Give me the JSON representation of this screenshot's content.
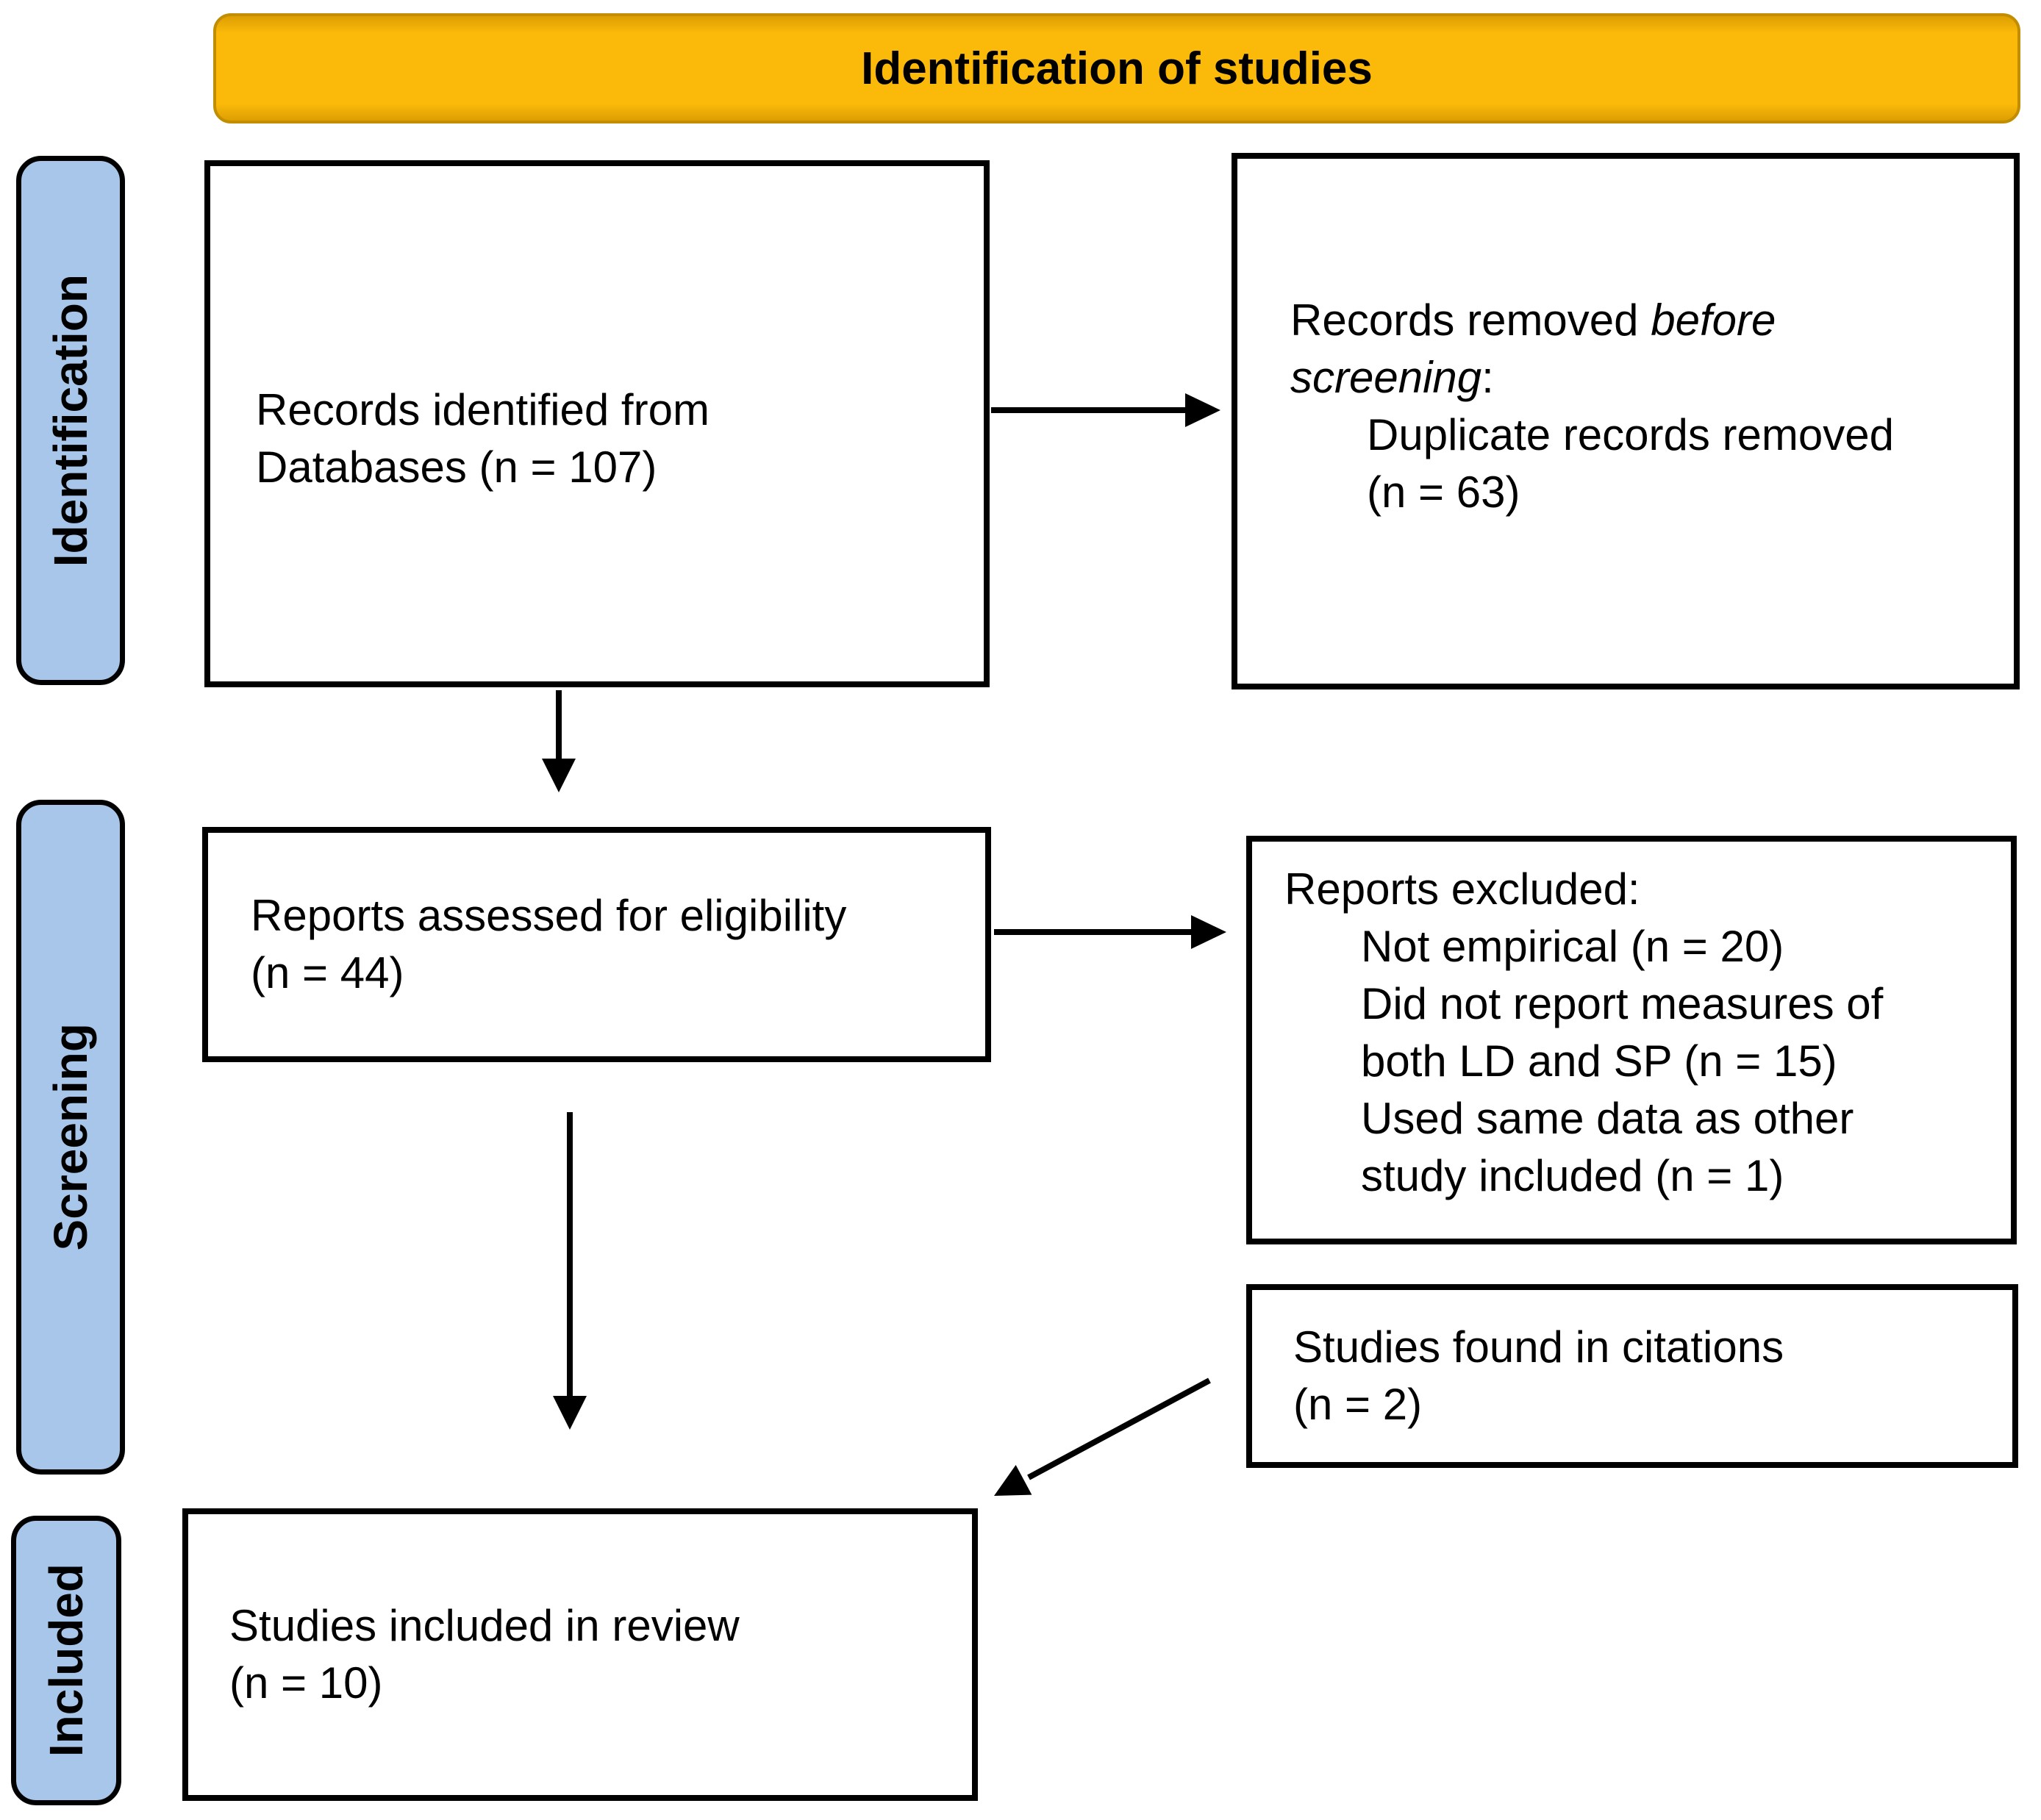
{
  "banner": {
    "title": "Identification of studies"
  },
  "sidebar": {
    "stages": [
      {
        "label": "Identification"
      },
      {
        "label": "Screening"
      },
      {
        "label": "Included"
      }
    ]
  },
  "boxes": {
    "identified": {
      "lines": [
        "Records identified from",
        "Databases (n = 107)"
      ],
      "n": 107
    },
    "removed": {
      "line1_normal": "Records removed ",
      "line1_italic": "before",
      "line2_italic": "screening",
      "line2_normal": ":",
      "item_lines": [
        "Duplicate records removed",
        "(n = 63)"
      ],
      "n_duplicates_removed": 63
    },
    "assessed": {
      "lines": [
        "Reports assessed for eligibility",
        "(n = 44)"
      ],
      "n": 44
    },
    "excluded": {
      "heading": "Reports excluded:",
      "items": [
        {
          "lines": [
            "Not empirical (n = 20)"
          ],
          "n": 20
        },
        {
          "lines": [
            "Did not report measures of",
            "both LD and SP (n = 15)"
          ],
          "n": 15
        },
        {
          "lines": [
            "Used same data as other",
            "study included (n = 1)"
          ],
          "n": 1
        }
      ]
    },
    "citations": {
      "lines": [
        "Studies found in citations",
        "(n = 2)"
      ],
      "n": 2
    },
    "included": {
      "lines": [
        "Studies included in review",
        "(n = 10)"
      ],
      "n": 10
    }
  },
  "colors": {
    "banner_fill": "#fbb90a",
    "banner_border": "#c28e00",
    "banner_edge": "#dd9e02",
    "sidebar_fill": "#a8c6e9",
    "box_border": "#000000",
    "arrow": "#000000"
  }
}
